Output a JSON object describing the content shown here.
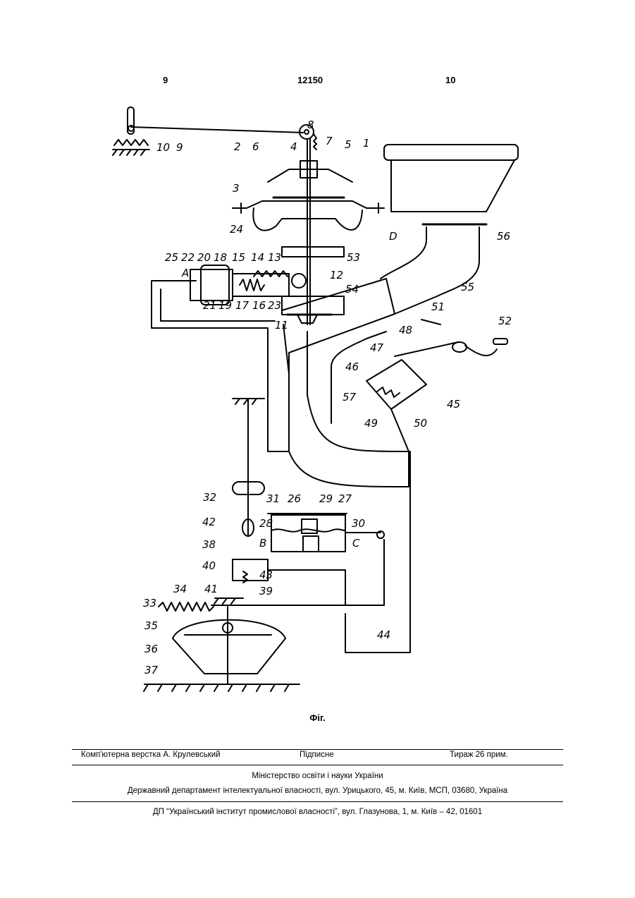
{
  "header": {
    "left_page": "9",
    "patent_number": "12150",
    "right_page": "10"
  },
  "figure": {
    "caption": "Фіг.",
    "labels": [
      "1",
      "2",
      "3",
      "4",
      "5",
      "6",
      "7",
      "8",
      "9",
      "10",
      "11",
      "12",
      "13",
      "14",
      "15",
      "16",
      "17",
      "18",
      "19",
      "20",
      "21",
      "22",
      "23",
      "24",
      "25",
      "26",
      "27",
      "28",
      "29",
      "30",
      "31",
      "32",
      "33",
      "34",
      "35",
      "36",
      "37",
      "38",
      "39",
      "40",
      "41",
      "42",
      "43",
      "44",
      "45",
      "46",
      "47",
      "48",
      "49",
      "50",
      "51",
      "52",
      "53",
      "54",
      "55",
      "56",
      "57",
      "A",
      "B",
      "C",
      "D"
    ]
  },
  "footer": {
    "layout_by": "Комп'ютерна верстка А. Крулевський",
    "signed": "Підписне",
    "circulation": "Тираж 26 прим.",
    "ministry": "Міністерство освіти і науки України",
    "department": "Державний департамент інтелектуальної власності, вул. Урицького, 45, м. Київ, МСП, 03680, Україна",
    "institute": "ДП “Український інститут промислової власності”, вул. Глазунова, 1, м. Київ – 42, 01601"
  }
}
